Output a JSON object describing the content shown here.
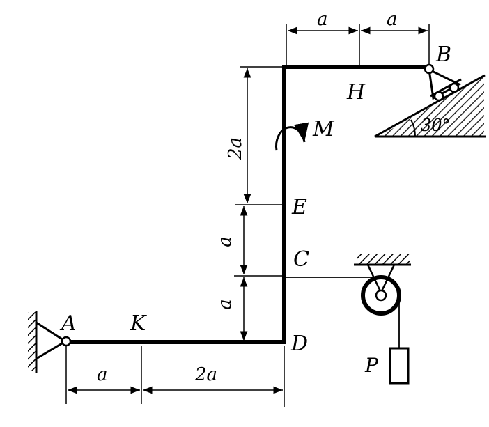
{
  "points": {
    "A": "A",
    "B": "B",
    "C": "C",
    "D": "D",
    "E": "E",
    "H": "H",
    "K": "K"
  },
  "moment": "M",
  "load": "P",
  "angle": "30°",
  "dimensions": {
    "top_left": "a",
    "top_right": "a",
    "left_upper": "2a",
    "left_middle": "a",
    "left_lower": "a",
    "bottom_left": "a",
    "bottom_right": "2a"
  }
}
